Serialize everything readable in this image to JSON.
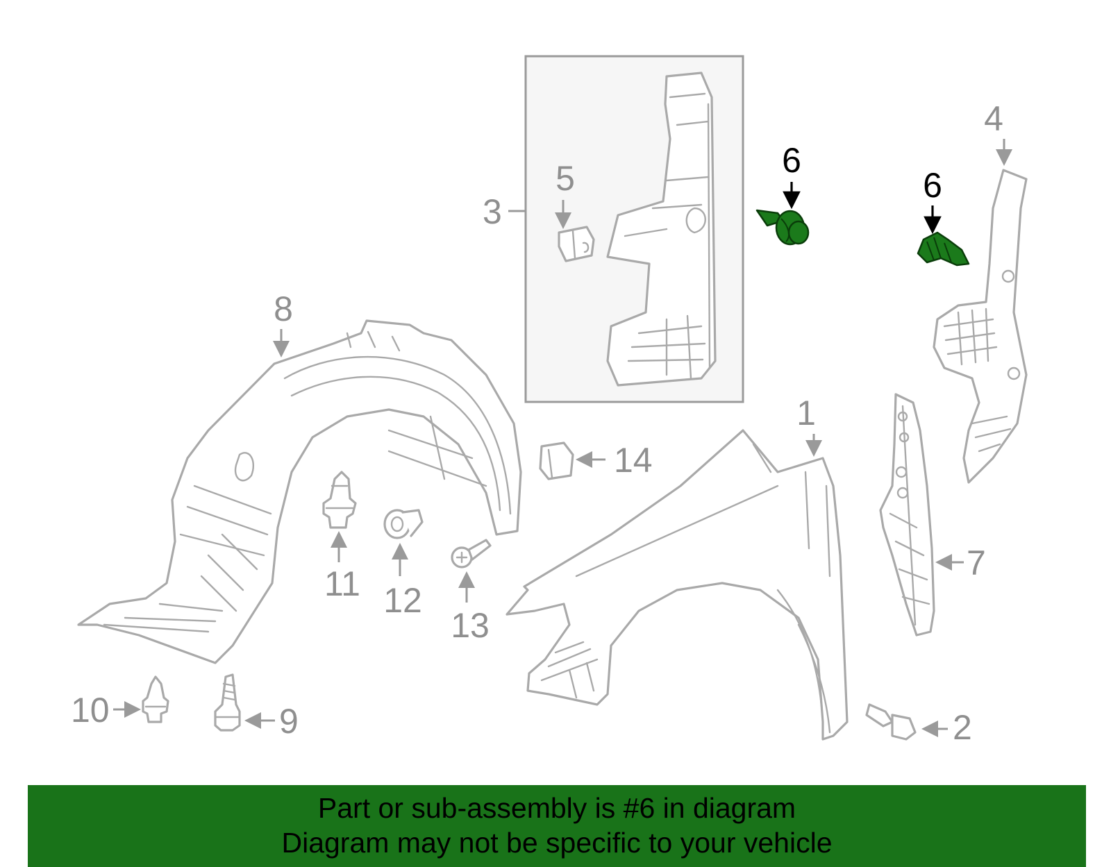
{
  "callouts": {
    "c1": "1",
    "c2": "2",
    "c3": "3",
    "c4": "4",
    "c5": "5",
    "c6a": "6",
    "c6b": "6",
    "c7": "7",
    "c8": "8",
    "c9": "9",
    "c10": "10",
    "c11": "11",
    "c12": "12",
    "c13": "13",
    "c14": "14"
  },
  "highlight": {
    "part_number": "6",
    "color": "#1b7a1b"
  },
  "banner": {
    "line1": "Part or sub-assembly is #6 in diagram",
    "line2": "Diagram may not be specific to your vehicle",
    "background": "#197319"
  }
}
